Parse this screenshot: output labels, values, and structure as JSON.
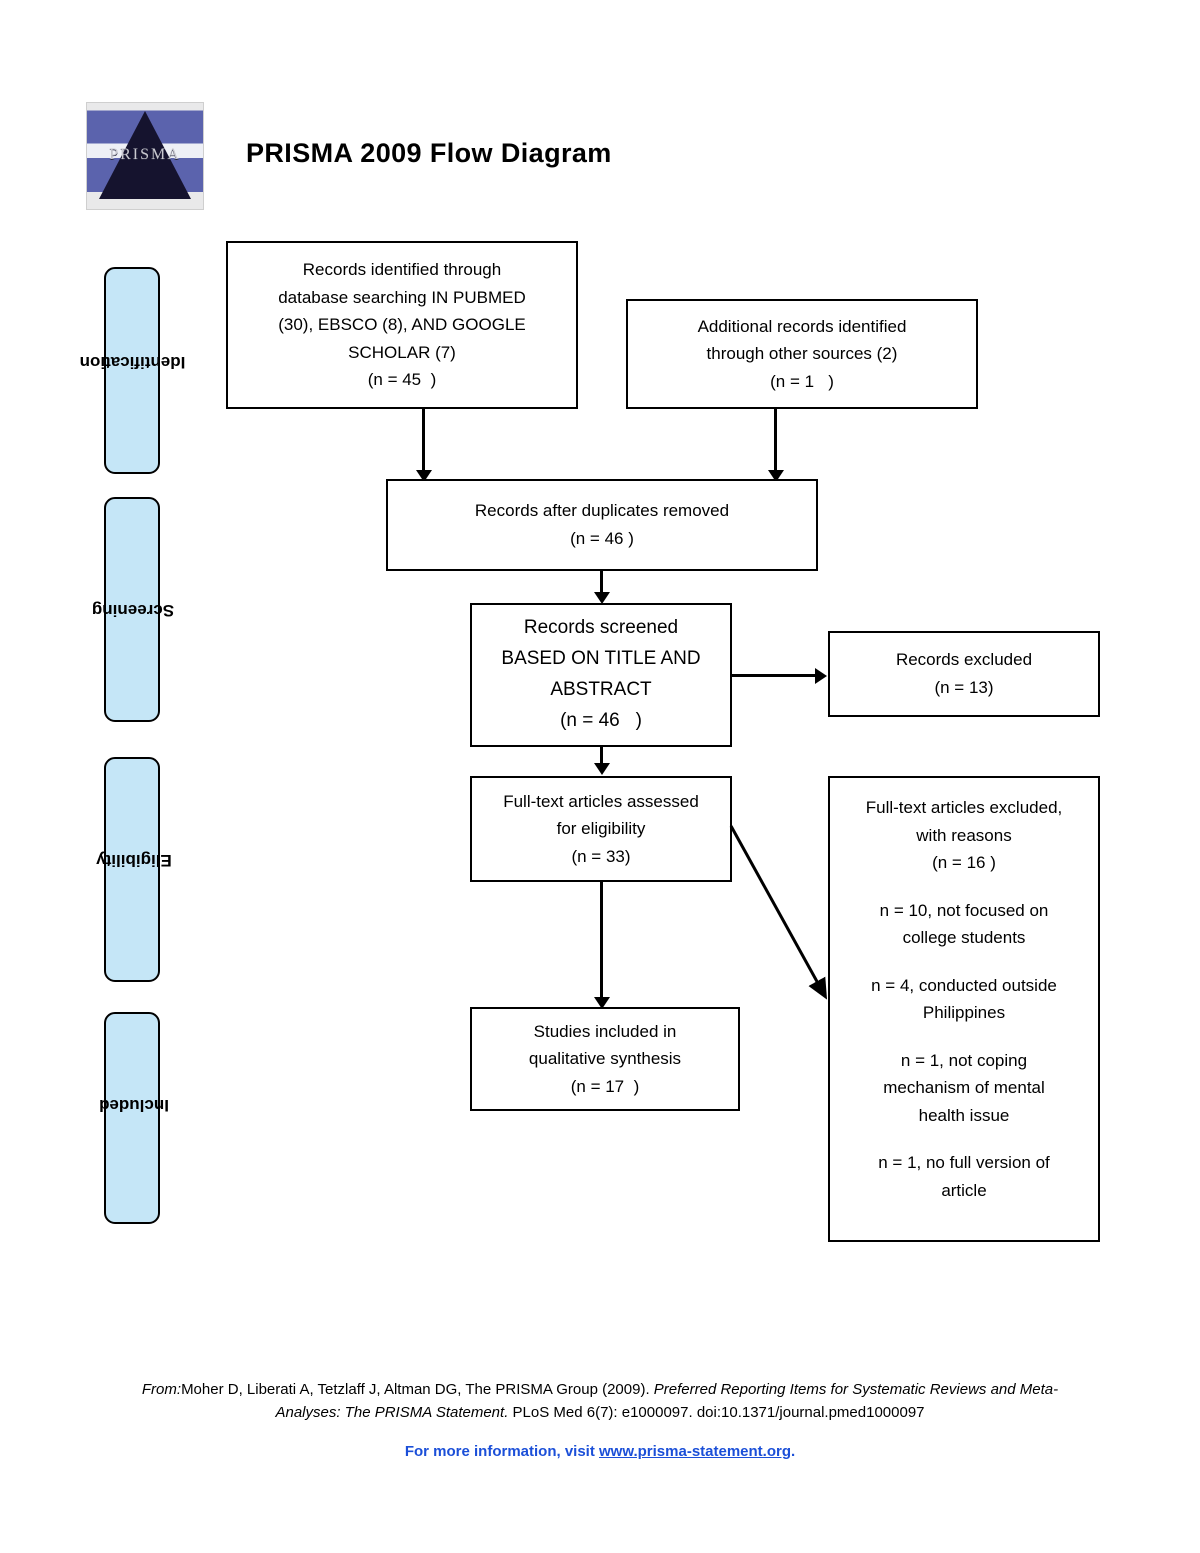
{
  "header": {
    "title": "PRISMA 2009 Flow Diagram",
    "logo_word": "PRISMA",
    "logo_alt": "prisma-pyramid-logo"
  },
  "stages": [
    {
      "label": "Identification"
    },
    {
      "label": "Screening"
    },
    {
      "label": "Eligibility"
    },
    {
      "label": "Included"
    }
  ],
  "boxes": {
    "identified_db": {
      "lines": [
        "Records identified through",
        "database searching IN PUBMED",
        "(30), EBSCO (8), AND GOOGLE",
        "SCHOLAR (7)",
        "(n = 45  )"
      ]
    },
    "identified_other": {
      "lines": [
        "Additional records identified",
        "through other sources (2)",
        "(n = 1   )"
      ]
    },
    "duplicates_removed": {
      "lines": [
        "Records after duplicates removed",
        "(n = 46 )"
      ]
    },
    "records_screened": {
      "lines": [
        "Records screened",
        "BASED ON TITLE AND",
        "ABSTRACT",
        "(n = 46   )"
      ]
    },
    "records_excluded": {
      "lines": [
        "Records excluded",
        "(n = 13)"
      ]
    },
    "fulltext_assessed": {
      "lines": [
        "Full-text articles assessed",
        "for eligibility",
        "(n = 33)"
      ]
    },
    "fulltext_excluded": {
      "header_lines": [
        "Full-text articles excluded,",
        "with reasons",
        "(n = 16 )"
      ],
      "reasons": [
        [
          "n = 10, not focused on",
          "college students"
        ],
        [
          "n = 4, conducted outside",
          "Philippines"
        ],
        [
          "n = 1, not coping",
          "mechanism of mental",
          "health issue"
        ],
        [
          "n = 1, no full version of",
          "article"
        ]
      ]
    },
    "studies_included": {
      "lines": [
        "Studies included in",
        "qualitative synthesis",
        "(n = 17  )"
      ]
    }
  },
  "footer": {
    "from_label": "From:",
    "citation_line1": "Moher D, Liberati A, Tetzlaff J, Altman DG, The PRISMA Group (2009). ",
    "citation_italic": "Preferred Reporting Items for Systematic Reviews and Meta-Analyses: The PRISMA Statement.",
    "citation_line2": " PLoS Med 6(7): e1000097. doi:10.1371/journal.pmed1000097",
    "more_info_prefix": "For more information, visit ",
    "more_info_link": "www.prisma-statement.org",
    "more_info_suffix": "."
  },
  "colors": {
    "stage_fill": "#c5e6f7",
    "stroke": "#000000",
    "link": "#1b4fd8"
  }
}
